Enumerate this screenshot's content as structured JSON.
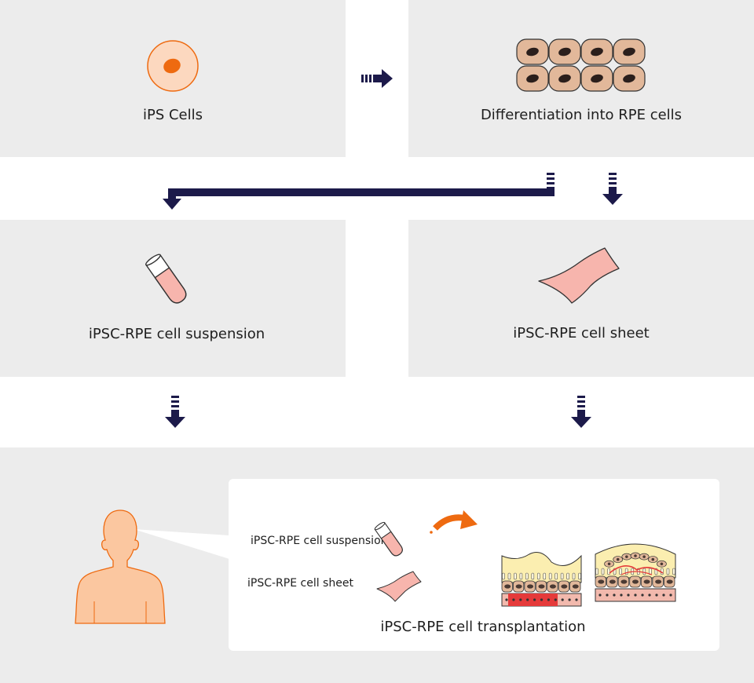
{
  "steps": {
    "ips_cells": "iPS Cells",
    "differentiation": "Differentiation into RPE cells",
    "suspension": "iPSC-RPE cell suspension",
    "sheet": "iPSC-RPE cell sheet"
  },
  "transplant": {
    "suspension_label": "iPSC-RPE cell suspension",
    "sheet_label": "iPSC-RPE cell sheet",
    "title": "iPSC-RPE cell transplantation"
  },
  "colors": {
    "panel": "#ececec",
    "arrow": "#1c1a4a",
    "orange": "#ee6a10",
    "skin": "#fbc7a0",
    "pink": "#f7b5ad",
    "cell": "#e2b89a"
  },
  "icons": {
    "cell": "ips-cell-icon",
    "rpe": "rpe-cells-icon",
    "tube": "test-tube-icon",
    "sheet": "cell-sheet-icon",
    "human": "human-silhouette-icon"
  }
}
